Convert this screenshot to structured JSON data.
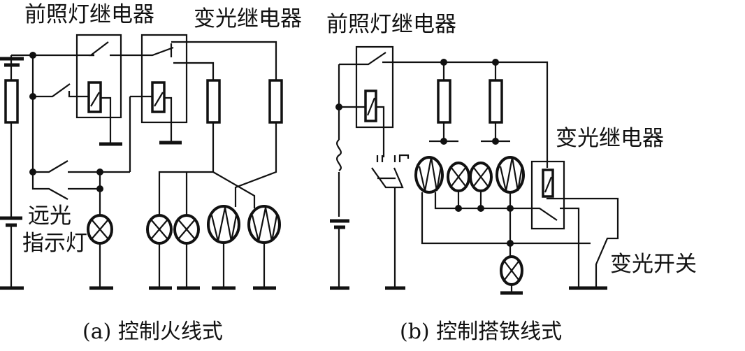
{
  "diagram_a": {
    "headlight_relay_label": "前照灯继电器",
    "dimmer_relay_label": "变光继电器",
    "high_beam_indicator_label_line1": "远光",
    "high_beam_indicator_label_line2": "指示灯",
    "caption": "(a) 控制火线式"
  },
  "diagram_b": {
    "headlight_relay_label": "前照灯继电器",
    "dimmer_relay_label": "变光继电器",
    "dimmer_switch_label": "变光开关",
    "caption": "(b) 控制搭铁线式"
  }
}
